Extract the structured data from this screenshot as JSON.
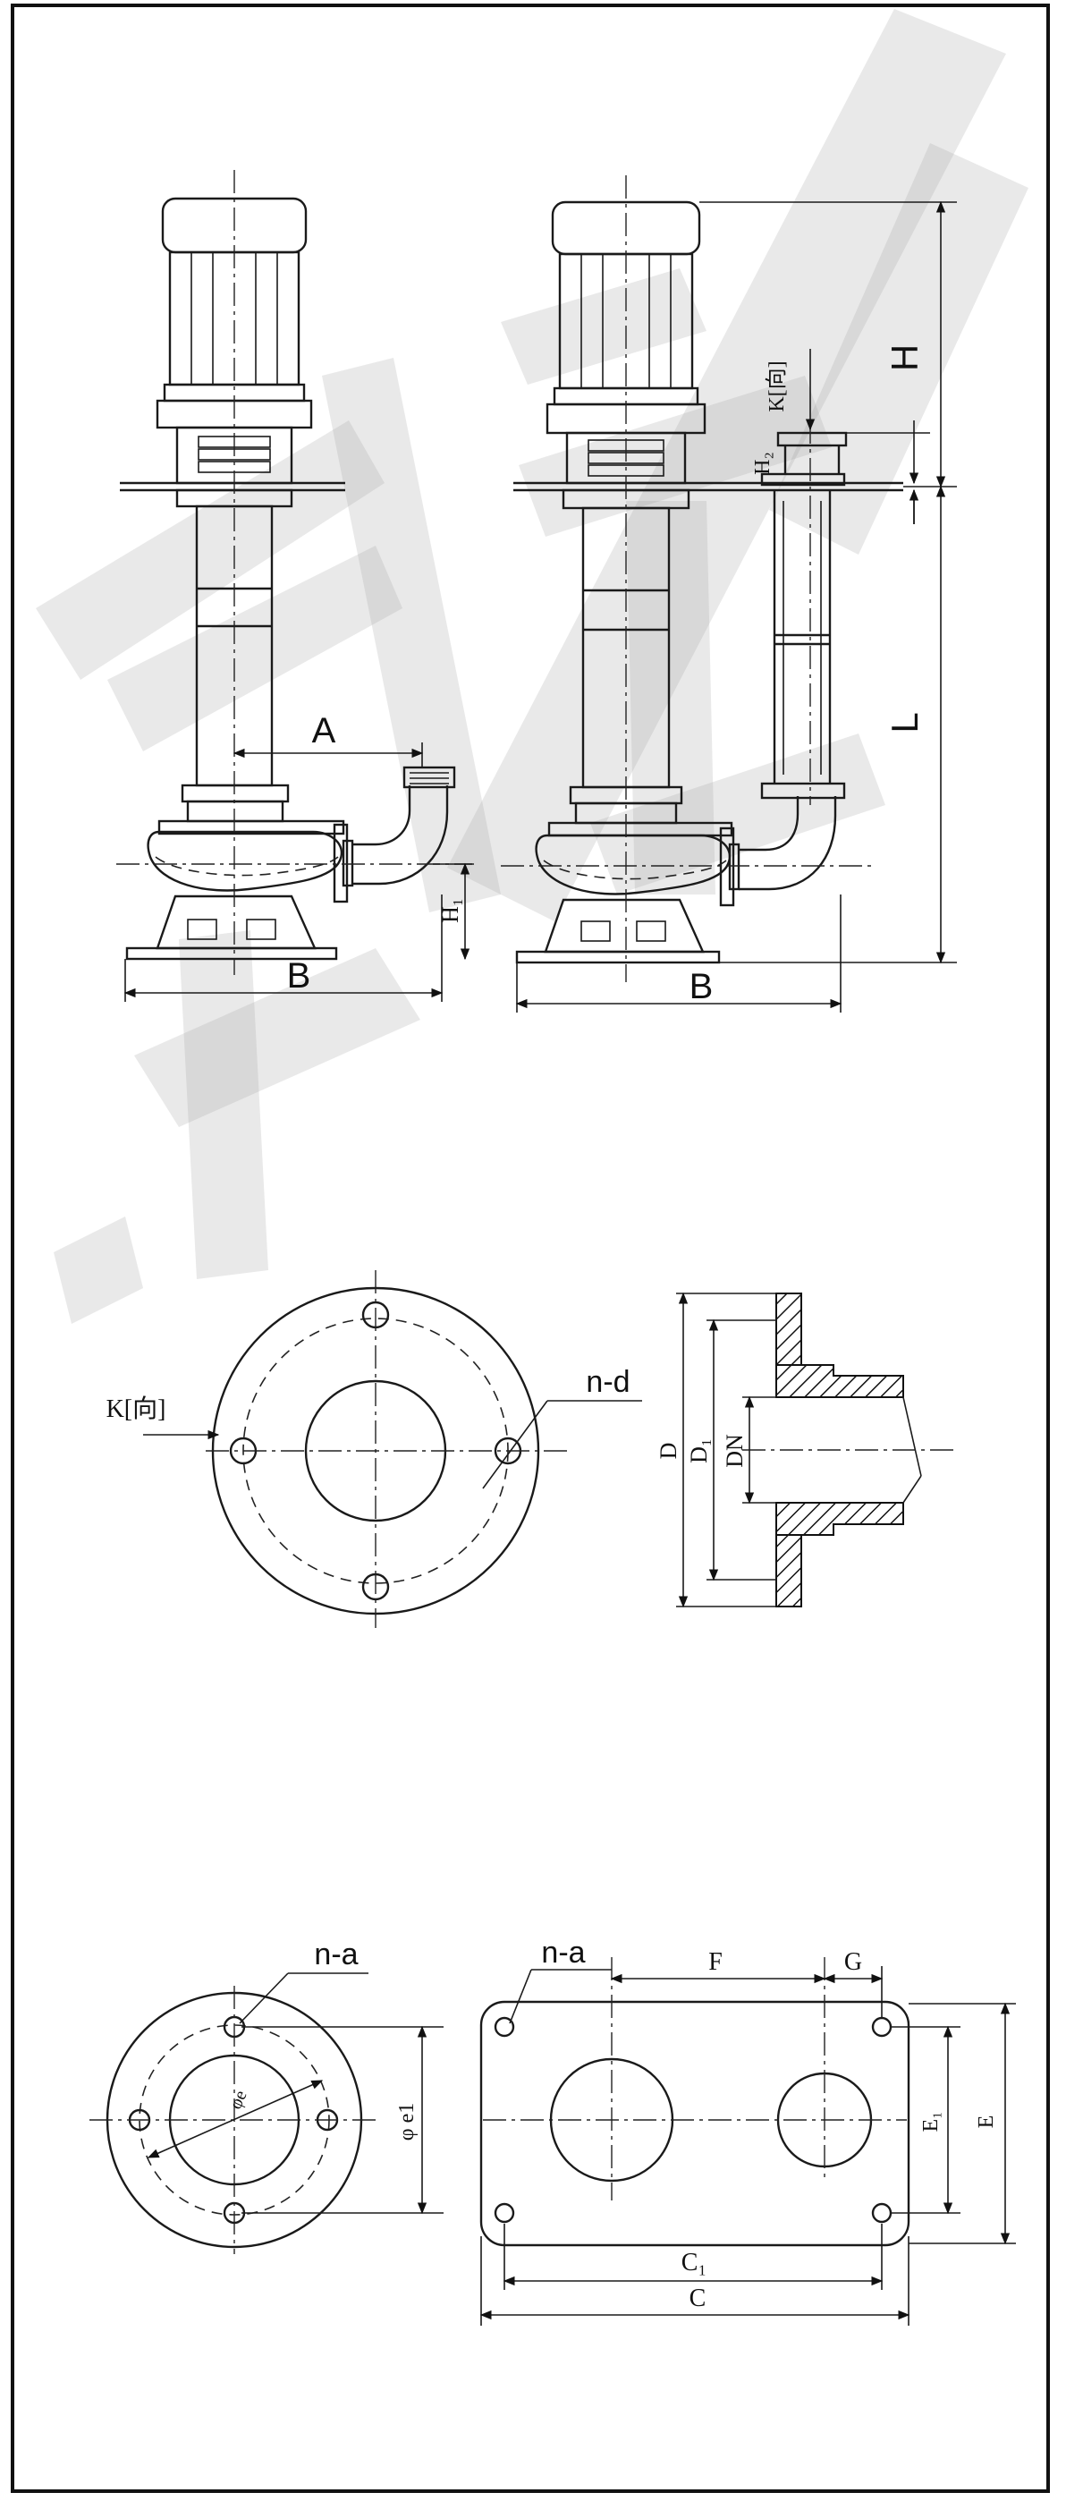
{
  "elevation_views": {
    "dim_A": "A",
    "dim_B_left": "B",
    "dim_B_right": "B",
    "dim_H": "H",
    "dim_L": "L",
    "dim_H1": "H₁",
    "dim_H2": "H₂",
    "dim_K_left": "K[向]",
    "dim_K_top": "K[向]"
  },
  "flange_view": {
    "hole_label": "n-d",
    "dim_D": "D",
    "dim_D1": "D₁",
    "dim_DN": "DN"
  },
  "base_views": {
    "hole_label_left": "n-a",
    "hole_label_right": "n-a",
    "dim_phi_e": "φe",
    "dim_phi_e1": "φ e1",
    "dim_F": "F",
    "dim_G": "G",
    "dim_E": "E",
    "dim_E1": "E₁",
    "dim_C1": "C₁",
    "dim_C": "C"
  }
}
